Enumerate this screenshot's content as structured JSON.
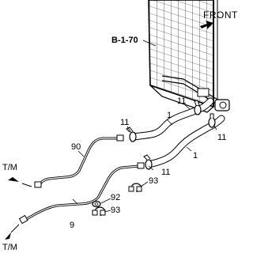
{
  "diagram": {
    "reference": "B-1-70",
    "front_label": "FRONT",
    "part_labels": {
      "p1_upper": "1",
      "p1_lower": "1",
      "p11_a": "11",
      "p11_b": "11",
      "p11_c": "11",
      "p11_d": "11",
      "p90": "90",
      "p9": "9",
      "p92": "92",
      "p93_a": "93",
      "p93_b": "93"
    },
    "destination_labels": {
      "tm_upper": "T/M",
      "tm_lower": "T/M"
    }
  }
}
